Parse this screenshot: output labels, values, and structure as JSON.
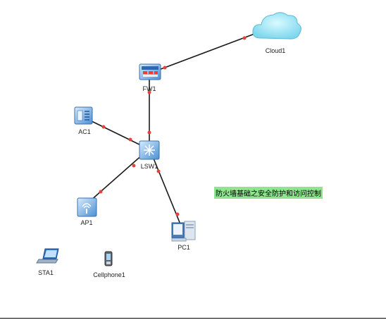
{
  "devices": {
    "cloud": {
      "label": "Cloud1",
      "icon": "cloud-icon"
    },
    "fw": {
      "label": "FW1",
      "icon": "firewall-icon"
    },
    "ac": {
      "label": "AC1",
      "icon": "access-controller-icon"
    },
    "lsw": {
      "label": "LSW1",
      "icon": "switch-icon"
    },
    "ap": {
      "label": "AP1",
      "icon": "access-point-icon"
    },
    "pc": {
      "label": "PC1",
      "icon": "pc-icon"
    },
    "sta": {
      "label": "STA1",
      "icon": "laptop-icon"
    },
    "phone": {
      "label": "Cellphone1",
      "icon": "cellphone-icon"
    }
  },
  "note": {
    "text": "防火墙基础之安全防护和访问控制"
  },
  "colors": {
    "link": "#1a1a1a",
    "port_dot": "#e8403a",
    "note_bg": "#8fe58f",
    "device_blue": "#3d86d4"
  }
}
